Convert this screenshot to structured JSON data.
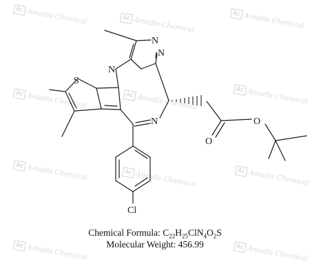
{
  "watermark": {
    "box_text": "Ac",
    "brand_text": "Amadis Chemical"
  },
  "structure": {
    "atoms": {
      "sulfur": "S",
      "nitrogen": "N",
      "oxygen": "O",
      "chlorine": "Cl"
    }
  },
  "caption": {
    "formula_label": "Chemical Formula:",
    "formula_parts": [
      {
        "t": "C"
      },
      {
        "t": "22",
        "sub": true
      },
      {
        "t": "H"
      },
      {
        "t": "25",
        "sub": true
      },
      {
        "t": "ClN"
      },
      {
        "t": "4",
        "sub": true
      },
      {
        "t": "O"
      },
      {
        "t": "2",
        "sub": true
      },
      {
        "t": "S"
      }
    ],
    "weight_label": "Molecular Weight:",
    "weight_value": "456.99"
  }
}
